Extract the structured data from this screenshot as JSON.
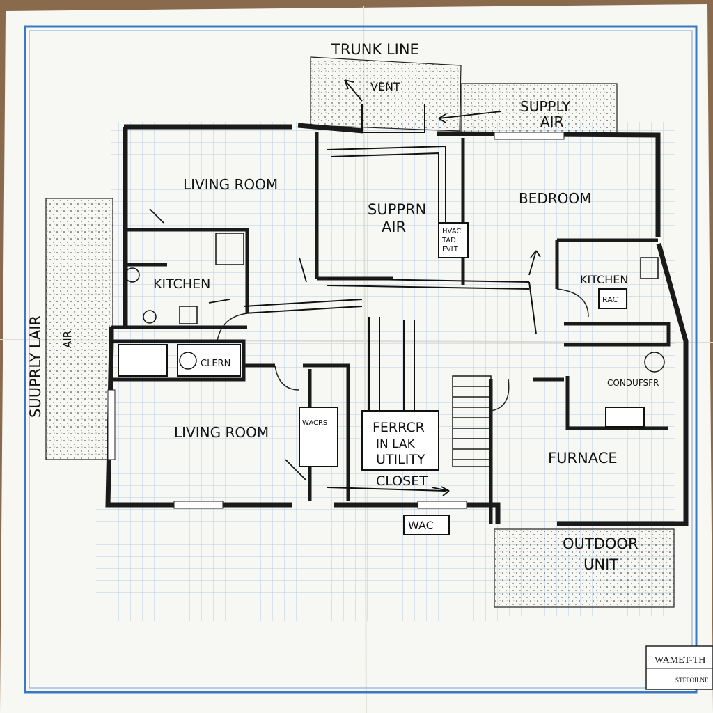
{
  "title": "TRUNK LINE",
  "rooms": {
    "living_room_top": "LIVING ROOM",
    "supply_air_center_1": "SUPPRN",
    "supply_air_center_2": "AIR",
    "bedroom": "BEDROOM",
    "kitchen_left": "KITCHEN",
    "kitchen_right": "KITCHEN",
    "living_room_bottom": "LIVING ROOM",
    "furnace": "FURNACE",
    "outdoor_unit_1": "OUTDOOR",
    "outdoor_unit_2": "UNIT",
    "closet_small": "CLERN",
    "condenser": "CONDUFSFR"
  },
  "labels": {
    "vent": "VENT",
    "supply_air_top_1": "SUPPLY",
    "supply_air_top_2": "AIR",
    "supply_lair_side": "SUUPRLY LAIR",
    "air_side": "AIR",
    "hvac_box_1": "HVAC",
    "hvac_box_2": "TAD",
    "hvac_box_3": "FVLT",
    "kitchen_right_small": "RAC",
    "utility_1": "FERRCR",
    "utility_2": "IN LAK",
    "utility_3": "UTILITY",
    "utility_4": "CLOSET",
    "wac": "WAC",
    "small_left_box": "WACRS"
  },
  "title_block": {
    "line1": "WAMET-TH",
    "line2": "STFFOILNE"
  },
  "colors": {
    "paper": "#f7f7f4",
    "grid": "#b9cde4",
    "border": "#3a78c4",
    "wall": "#1a1a1a",
    "wood": "#8a6a4c"
  }
}
